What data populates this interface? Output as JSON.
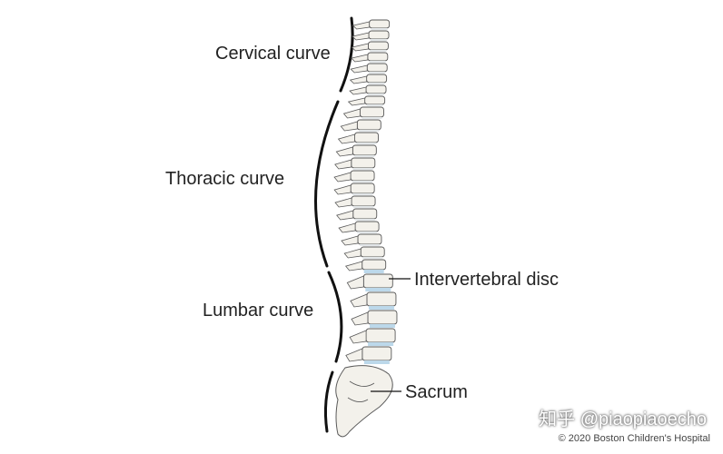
{
  "labels": {
    "cervical": "Cervical curve",
    "thoracic": "Thoracic curve",
    "lumbar": "Lumbar curve",
    "disc": "Intervertebral disc",
    "sacrum": "Sacrum"
  },
  "watermark": "知乎 @piaopiaoecho",
  "copyright": "© 2020 Boston Children's Hospital",
  "colors": {
    "bone_fill": "#f3f1eb",
    "bone_stroke": "#5a5a5a",
    "disc": "#bcd8ea",
    "curve_line": "#111111",
    "text": "#222222"
  }
}
